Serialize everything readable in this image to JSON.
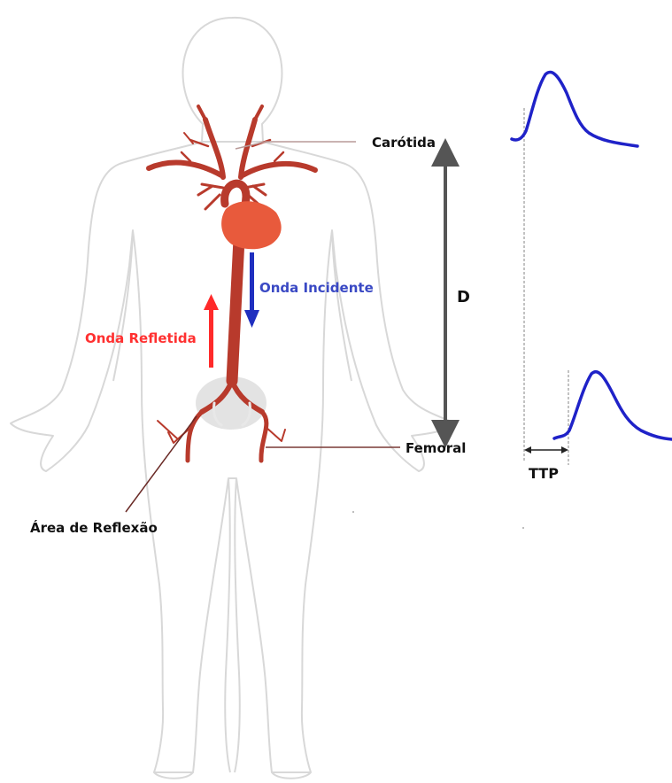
{
  "labels": {
    "carotid": "Carótida",
    "femoral": "Femoral",
    "distance": "D",
    "incident_wave": "Onda Incidente",
    "reflected_wave": "Onda Refletida",
    "reflection_area": "Área de Reflexão",
    "transit_time": "TTP"
  },
  "colors": {
    "body_outline": "#d8d8d8",
    "artery": "#b83a2c",
    "heart": "#e85a3c",
    "incident": "#1f2fbf",
    "reflected": "#ff2a2a",
    "incident_text": "#3a49c4",
    "reflected_text": "#ff3030",
    "waveform": "#1f22c8",
    "reflection_zone": "#d9d9d9",
    "label_text": "#111111",
    "distance_arrow": "#555555"
  }
}
